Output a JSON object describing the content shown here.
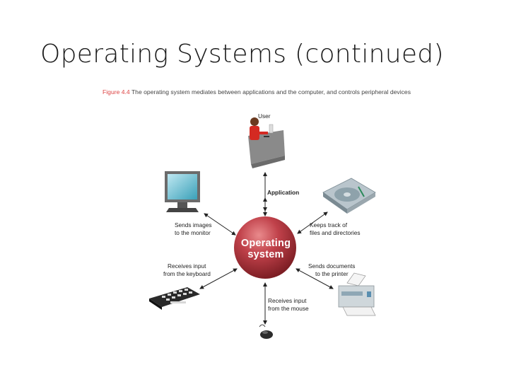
{
  "slide": {
    "title": "Operating Systems (continued)"
  },
  "figure": {
    "caption_num": "Figure 4.4",
    "caption_text": "The operating system mediates between applications and the computer, and controls peripheral devices",
    "center_line1": "Operating",
    "center_line2": "system",
    "labels": {
      "user": "User",
      "application": "Application",
      "monitor": [
        "Sends images",
        "to the monitor"
      ],
      "files": [
        "Keeps track of",
        "files and directories"
      ],
      "keyboard": [
        "Receives input",
        "from the keyboard"
      ],
      "printer": [
        "Sends documents",
        "to the printer"
      ],
      "mouse": [
        "Receives input",
        "from the mouse"
      ]
    },
    "colors": {
      "os_sphere": "#b8343a",
      "accent": "#d44"
    }
  }
}
